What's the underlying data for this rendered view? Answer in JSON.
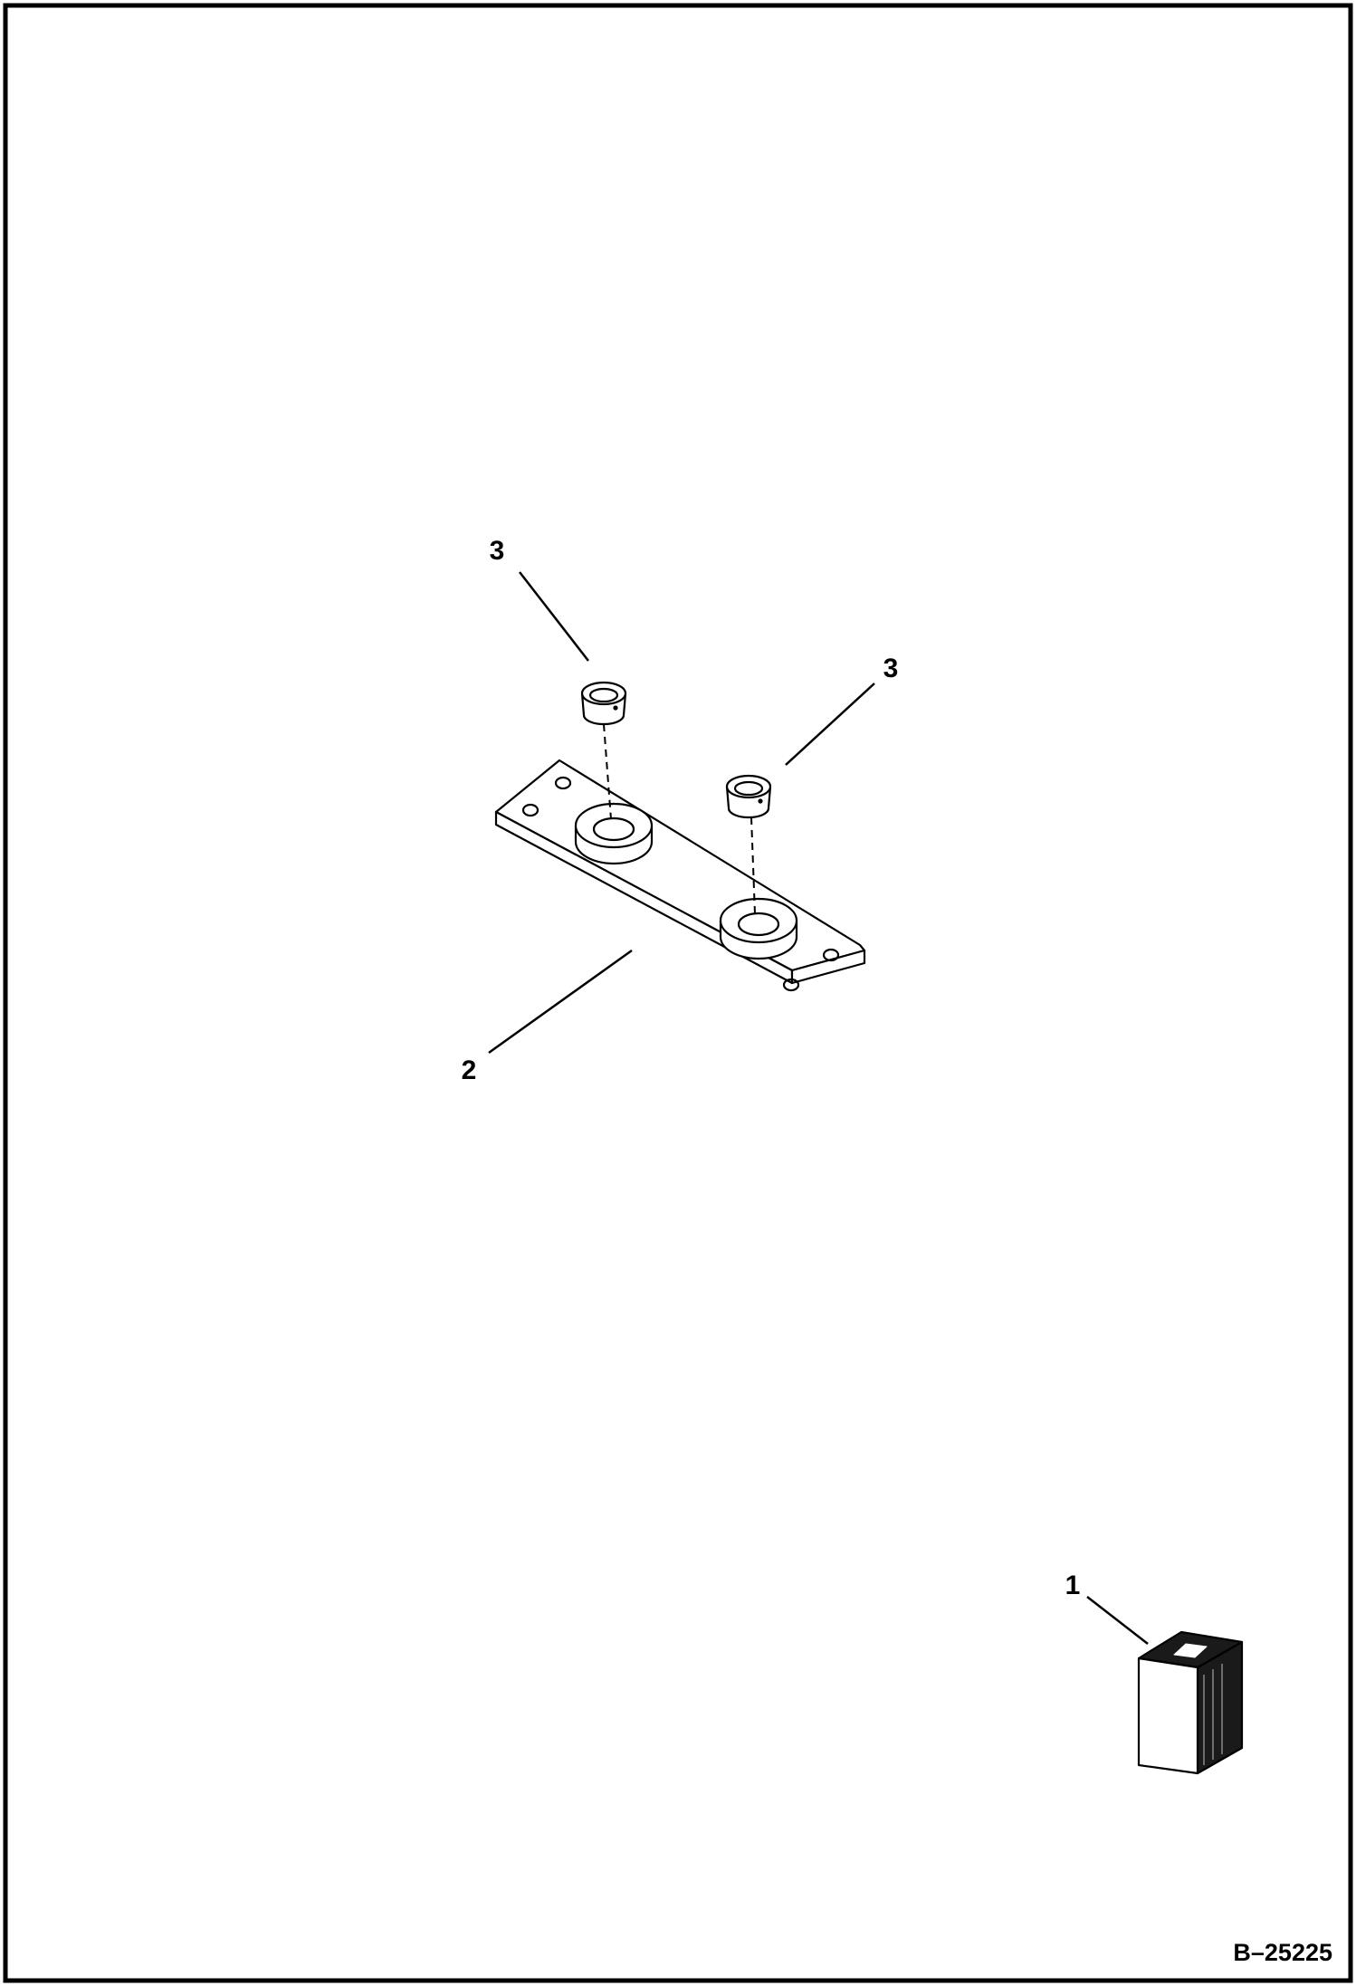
{
  "diagram": {
    "callouts": [
      {
        "id": "callout-1",
        "label": "1"
      },
      {
        "id": "callout-2",
        "label": "2"
      },
      {
        "id": "callout-3a",
        "label": "3"
      },
      {
        "id": "callout-3b",
        "label": "3"
      }
    ],
    "figure_id": "B–25225"
  }
}
